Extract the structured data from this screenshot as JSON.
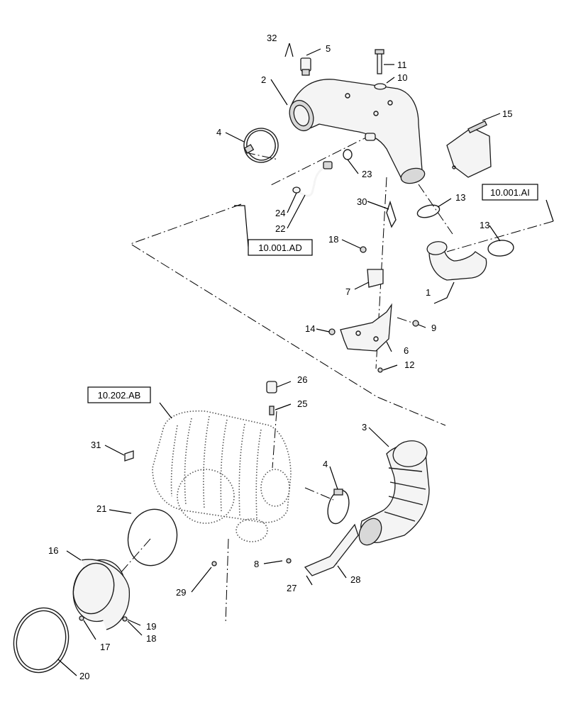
{
  "callouts": {
    "c1": "1",
    "c2": "2",
    "c3": "3",
    "c4a": "4",
    "c4b": "4",
    "c5": "5",
    "c6": "6",
    "c7": "7",
    "c8": "8",
    "c9": "9",
    "c10": "10",
    "c11": "11",
    "c12": "12",
    "c13a": "13",
    "c13b": "13",
    "c14": "14",
    "c15": "15",
    "c16": "16",
    "c17": "17",
    "c18a": "18",
    "c18b": "18",
    "c19": "19",
    "c20": "20",
    "c21": "21",
    "c22": "22",
    "c23": "23",
    "c24": "24",
    "c25": "25",
    "c26": "26",
    "c27": "27",
    "c28": "28",
    "c29": "29",
    "c30": "30",
    "c31": "31",
    "c32": "32"
  },
  "references": {
    "ref_ai": "10.001.AI",
    "ref_ad": "10.001.AD",
    "ref_ab": "10.202.AB"
  }
}
